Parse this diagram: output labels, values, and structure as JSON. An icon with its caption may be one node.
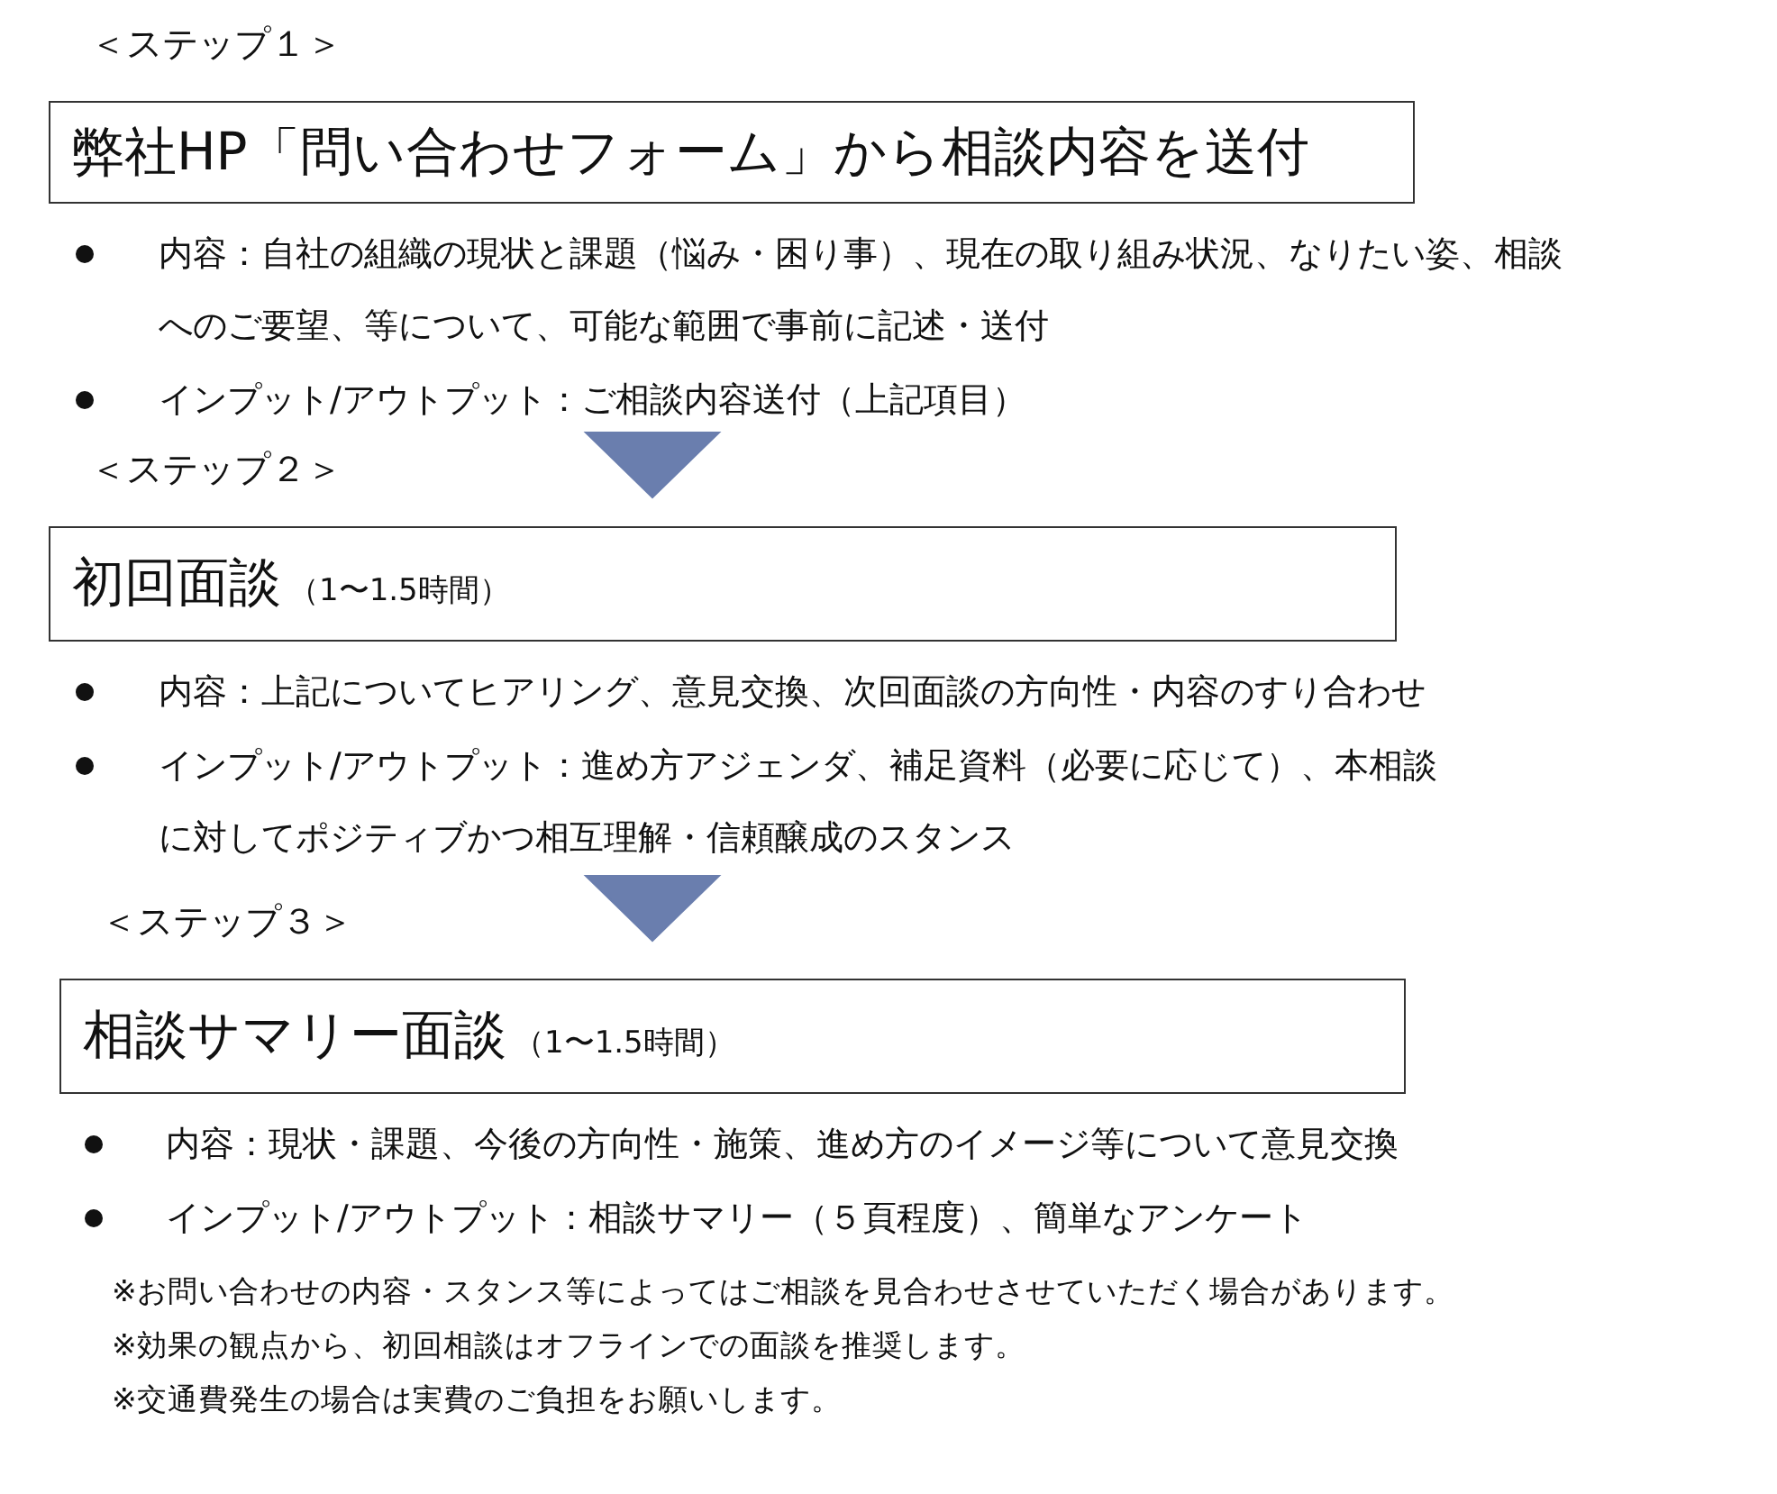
{
  "diagram": {
    "nodes": [
      {
        "text": [
          "＜ステップ１＞",
          "弊社HP「問い合わせフォーム」から相談内容を送付"
        ],
        "beside": [
          "内容：自社の組織の現状と課題（悩み・困り事）、現在の取り組み状況、なりたい姿、相談へのご要望、等について、可能な範囲で事前に記述・送付",
          "インプット/アウトプット：ご相談内容送付（上記項目）"
        ]
      },
      {
        "text": [
          "＜ステップ２＞",
          "初回面談",
          "（1〜1.5時間）"
        ],
        "beside": [
          "内容：上記についてヒアリング、意見交換、次回面談の方向性・内容のすり合わせ",
          "インプット/アウトプット：進め方アジェンダ、補足資料（必要に応じて）、本相談に対してポジティブかつ相互理解・信頼醸成のスタンス"
        ]
      },
      {
        "text": [
          "＜ステップ３＞",
          "相談サマリー面談",
          "（1〜1.5時間）"
        ],
        "beside": [
          "内容：現状・課題、今後の方向性・施策、進め方のイメージ等について意見交換",
          "インプット/アウトプット：相談サマリー（５頁程度）、簡単なアンケート"
        ]
      }
    ],
    "edges": [
      {
        "from": 0,
        "to": 1,
        "arrow": "to"
      },
      {
        "from": 1,
        "to": 2,
        "arrow": "to"
      }
    ],
    "labels": [
      "※お問い合わせの内容・スタンス等によってはご相談を見合わせさせていただく場合があります。",
      "※効果の観点から、初回相談はオフラインでの面談を推奨します。",
      "※交通費発生の場合は実費のご負担をお願いします。"
    ]
  }
}
